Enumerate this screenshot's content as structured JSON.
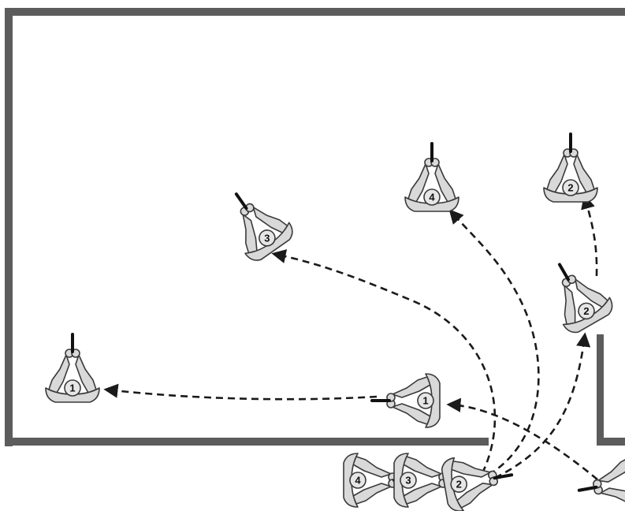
{
  "diagram": {
    "colors": {
      "wall": "#5c5c5c",
      "figure_fill": "#d9d9d9",
      "figure_stroke": "#3a3a3a",
      "path": "#1a1a1a",
      "background": "#ffffff"
    },
    "figures": [
      {
        "id": "stack-4",
        "label": "4"
      },
      {
        "id": "stack-3",
        "label": "3"
      },
      {
        "id": "stack-2",
        "label": "2"
      },
      {
        "id": "entry-1",
        "label": "1"
      },
      {
        "id": "final-1",
        "label": "1"
      },
      {
        "id": "final-3",
        "label": "3"
      },
      {
        "id": "final-4",
        "label": "4"
      },
      {
        "id": "mid-2",
        "label": "2"
      },
      {
        "id": "final-2",
        "label": "2"
      }
    ]
  }
}
